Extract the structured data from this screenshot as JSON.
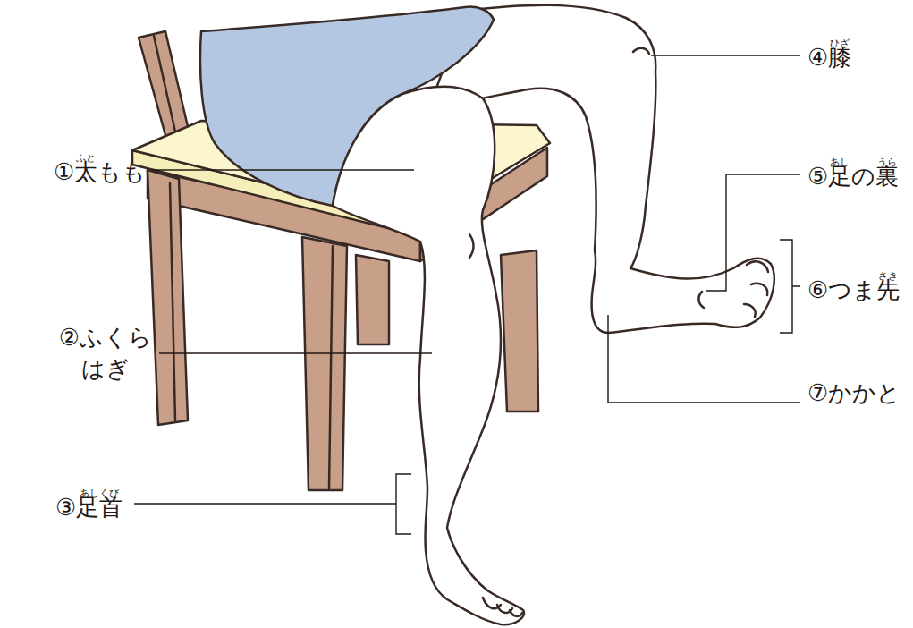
{
  "diagram": {
    "labels": [
      "ふと",
      "①太もも",
      "②ふくら はぎ",
      "あしくび",
      "③足首",
      "ひざ",
      "④膝",
      "あし",
      "うら",
      "⑤足の裏",
      "さき",
      "⑥つま先",
      "⑦かかと"
    ]
  }
}
